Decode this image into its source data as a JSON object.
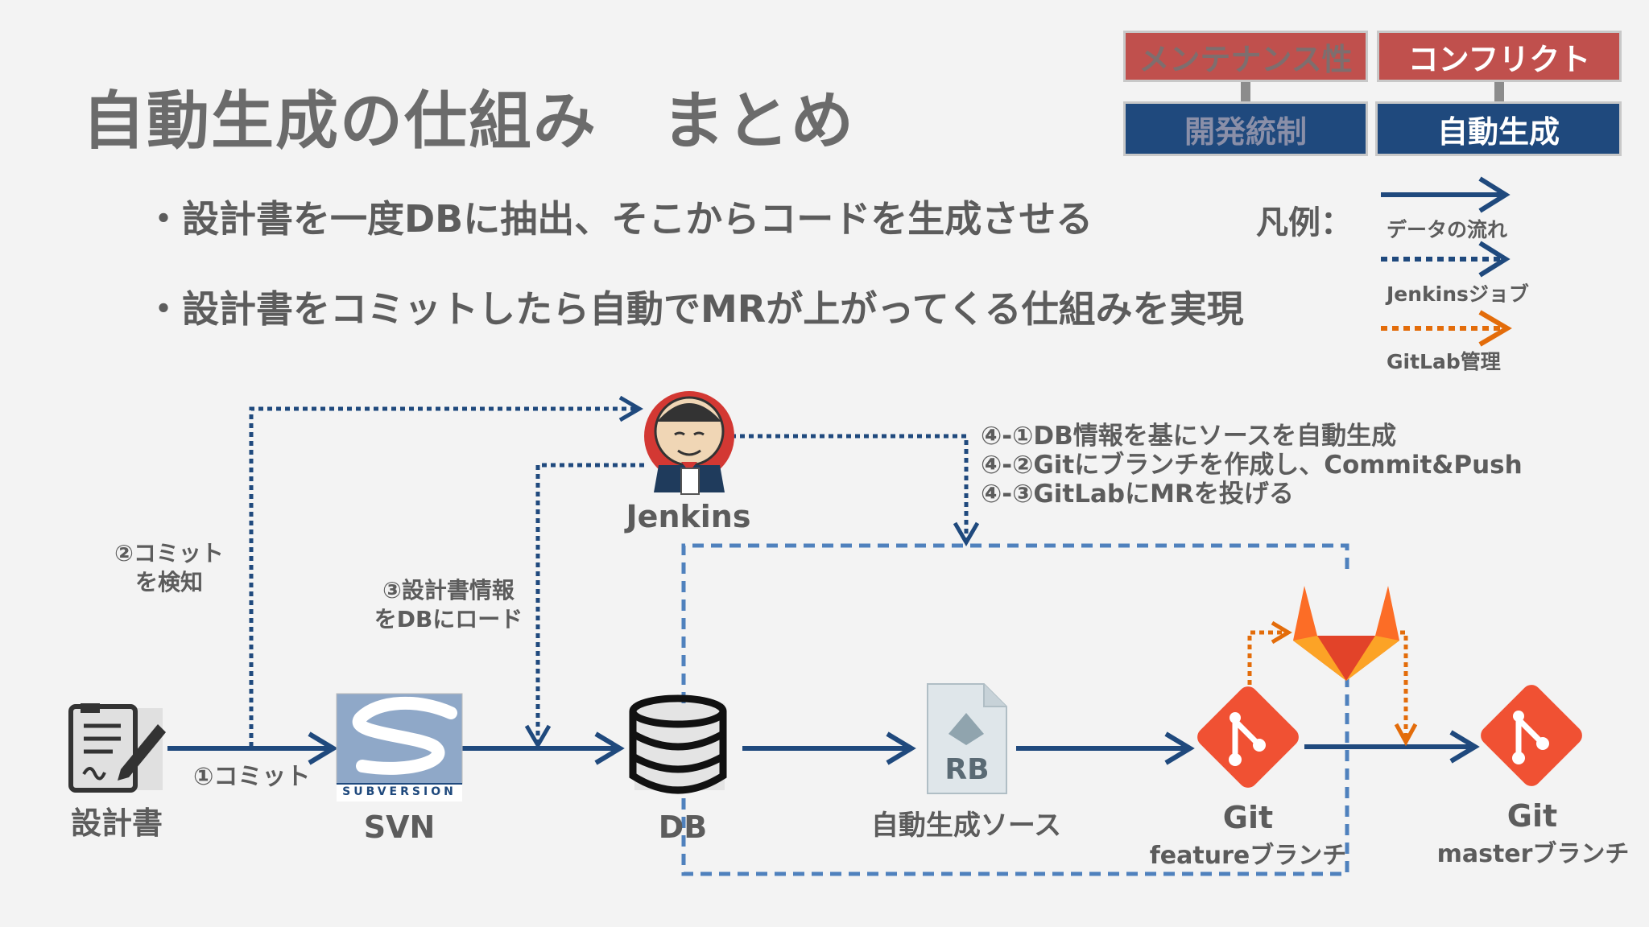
{
  "title": "自動生成の仕組み　まとめ",
  "bullets": [
    "・設計書を一度DBに抽出、そこからコードを生成させる",
    "・設計書をコミットしたら自動でMRが上がってくる仕組みを実現"
  ],
  "top_boxes": {
    "maintainability": "メンテナンス性",
    "conflict": "コンフリクト",
    "dev_control": "開発統制",
    "auto_gen": "自動生成"
  },
  "legend": {
    "title": "凡例：",
    "data_flow": "データの流れ",
    "jenkins_job": "Jenkinsジョブ",
    "gitlab_mgmt": "GitLab管理"
  },
  "nodes": {
    "design_doc": "設計書",
    "svn": "SVN",
    "svn_logo_text": "SUBVERSION",
    "db": "DB",
    "jenkins": "Jenkins",
    "source": "自動生成ソース",
    "rb_badge": "RB",
    "git_feature_title": "Git",
    "git_feature_sub": "featureブランチ",
    "git_master_title": "Git",
    "git_master_sub": "masterブランチ"
  },
  "edge_labels": {
    "commit": "①コミット",
    "detect_line1": "②コミット",
    "detect_line2": "を検知",
    "load_line1": "③設計書情報",
    "load_line2": "をDBにロード"
  },
  "steps": [
    "④-①DB情報を基にソースを自動生成",
    "④-②Gitにブランチを作成し、Commit&Push",
    "④-③GitLabにMRを投げる"
  ],
  "colors": {
    "navy": "#1f497d",
    "red": "#c0504d",
    "orange": "#e36c0a",
    "git_orange": "#f05133",
    "dashed_blue": "#4f81bd"
  }
}
